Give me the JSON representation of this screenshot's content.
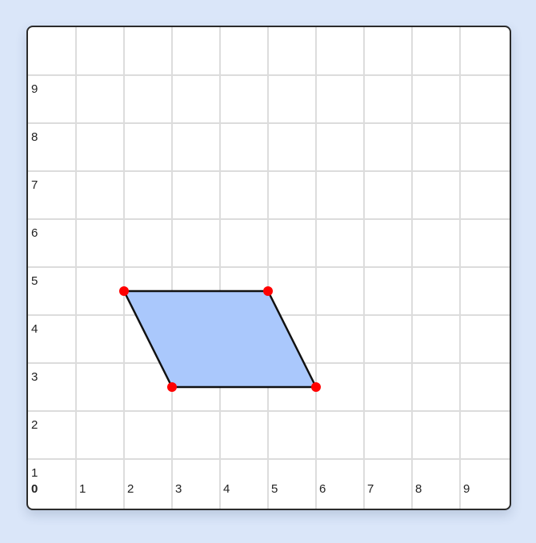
{
  "diagram": {
    "grid": {
      "x_ticks": [
        "0",
        "1",
        "2",
        "3",
        "4",
        "5",
        "6",
        "7",
        "8",
        "9"
      ],
      "y_ticks": [
        "1",
        "2",
        "3",
        "4",
        "5",
        "6",
        "7",
        "8",
        "9"
      ],
      "x_range": [
        0,
        10
      ],
      "y_range": [
        0,
        10
      ]
    },
    "shape": {
      "type": "parallelogram",
      "vertices": [
        [
          2,
          4.5
        ],
        [
          5,
          4.5
        ],
        [
          6,
          2.5
        ],
        [
          3,
          2.5
        ]
      ],
      "fill": "#aac8fc",
      "stroke": "#111111",
      "vertex_color": "#ff0000"
    },
    "colors": {
      "background": "#dae6f9",
      "grid": "#dcdcdc"
    }
  }
}
